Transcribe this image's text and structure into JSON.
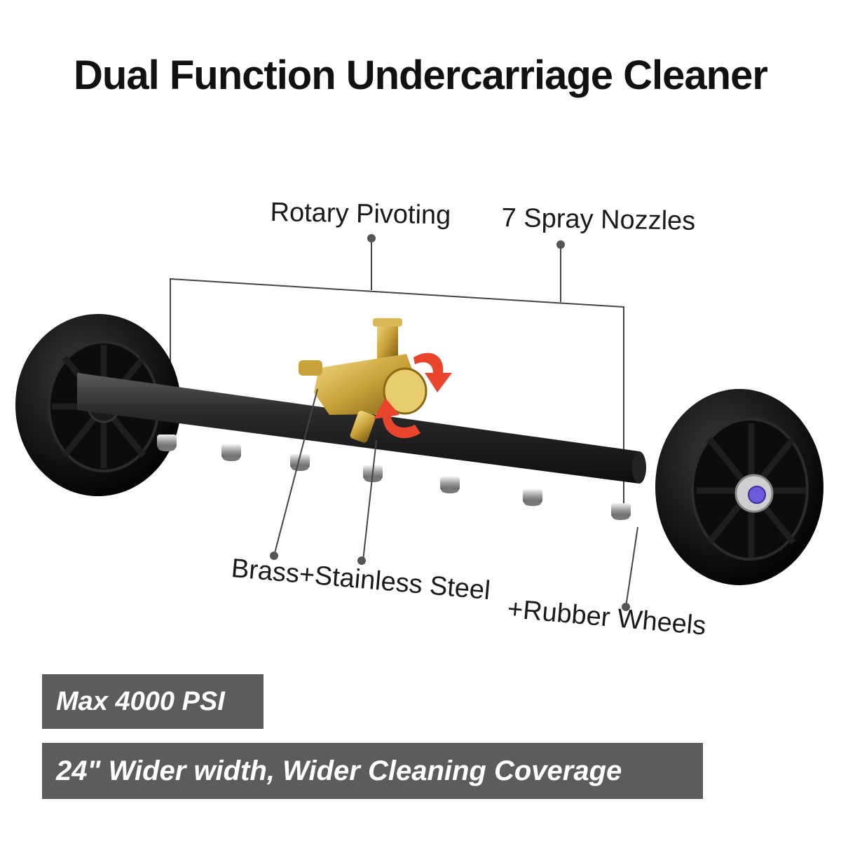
{
  "title": "Dual Function Undercarriage Cleaner",
  "callouts": {
    "rotary": "Rotary Pivoting",
    "nozzles": "7 Spray Nozzles",
    "brass": "Brass+Stainless Steel",
    "wheels": "+Rubber Wheels"
  },
  "badges": {
    "psi": "Max 4000 PSI",
    "width": "24\" Wider width, Wider Cleaning Coverage"
  },
  "colors": {
    "badge_bg": "#5c5c5c",
    "arrow": "#e8452c",
    "brass": "#c9a23a",
    "bar": "#1c1c1c"
  }
}
